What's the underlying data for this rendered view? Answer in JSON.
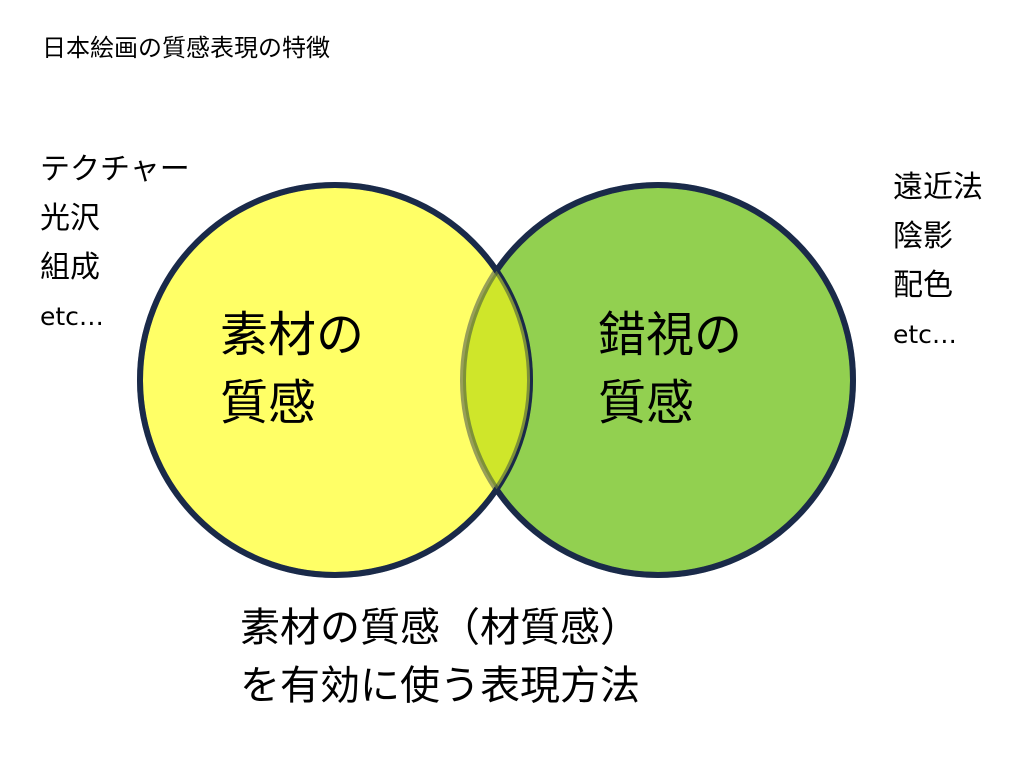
{
  "title": "日本絵画の質感表現の特徴",
  "left_list": {
    "items": [
      "テクチャー",
      "光沢",
      "組成"
    ],
    "etc": "etc…"
  },
  "right_list": {
    "items": [
      "遠近法",
      "陰影",
      "配色"
    ],
    "etc": "etc…"
  },
  "circles": {
    "material": {
      "line1": "素材の",
      "line2": "質感",
      "fill": "#ffff66",
      "stroke": "#1a2b4a"
    },
    "illusion": {
      "line1": "錯視の",
      "line2": "質感",
      "fill": "#92d050",
      "stroke": "#1a2b4a"
    },
    "overlap_fill": "#cfe62a"
  },
  "caption": {
    "line1": "素材の質感（材質感）",
    "line2": "を有効に使う表現方法"
  }
}
